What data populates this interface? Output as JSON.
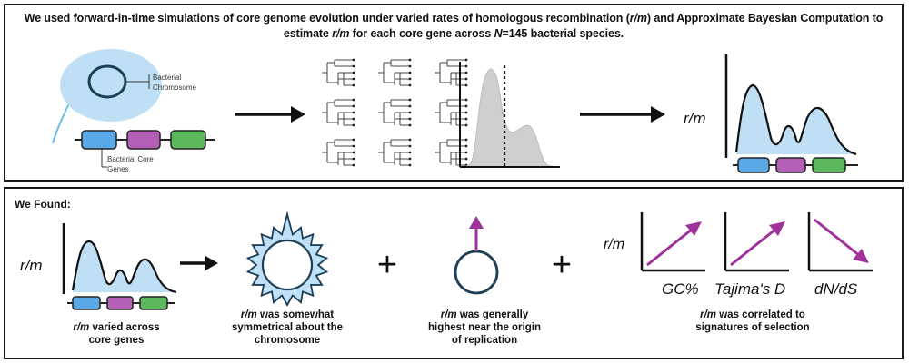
{
  "top_panel": {
    "title_segments": [
      {
        "text": "We used forward-in-time simulations of core genome evolution under varied rates of homologous recombination (",
        "italic": false
      },
      {
        "text": "r/m",
        "italic": true
      },
      {
        "text": ") and Approximate Bayesian Computation to estimate ",
        "italic": false
      },
      {
        "text": "r/m",
        "italic": true
      },
      {
        "text": " for each core gene across ",
        "italic": false
      },
      {
        "text": "N",
        "italic": true
      },
      {
        "text": "=145 bacterial species.",
        "italic": false
      }
    ],
    "label_chromosome_line1": "Bacterial",
    "label_chromosome_line2": "Chromosome",
    "label_genes_line1": "Bacterial Core",
    "label_genes_line2": "Genes",
    "axis_label": "r/m"
  },
  "bottom_panel": {
    "heading": "We Found:",
    "axis_label": "r/m",
    "plus_symbol": "+",
    "captions": [
      {
        "segments": [
          {
            "text": "r/m",
            "italic": true
          },
          {
            "text": " varied across core genes",
            "italic": false
          }
        ]
      },
      {
        "segments": [
          {
            "text": "r/m",
            "italic": true
          },
          {
            "text": " was somewhat symmetrical about the chromosome",
            "italic": false
          }
        ]
      },
      {
        "segments": [
          {
            "text": "r/m",
            "italic": true
          },
          {
            "text": " was generally highest near the origin of replication",
            "italic": false
          }
        ]
      },
      {
        "segments": [
          {
            "text": "r/m",
            "italic": true
          },
          {
            "text": " was correlated to signatures of selection",
            "italic": false
          }
        ]
      }
    ],
    "small_axis_label": "r/m",
    "metric_labels": [
      "GC%",
      "Tajima's D",
      "dN/dS"
    ]
  },
  "colors": {
    "gene_blue": "#5aa9e6",
    "gene_purple": "#b25fb5",
    "gene_green": "#5cb85c",
    "fill_light_blue": "#bfe0f4",
    "arrow_purple": "#a0329c",
    "histogram_gray": "#cfcfcf",
    "cell_blue": "#bfe0f4"
  }
}
